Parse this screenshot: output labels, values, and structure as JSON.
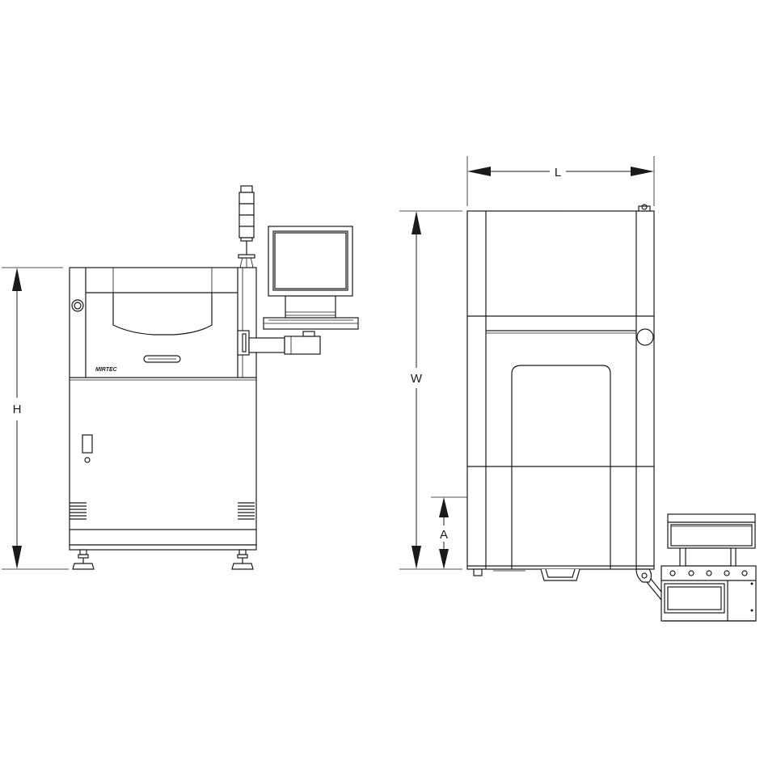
{
  "dimensions": {
    "height_label": "H",
    "width_label": "W",
    "length_label": "L",
    "a_label": "A"
  },
  "brand": {
    "logo_text": "MIRTEC"
  }
}
